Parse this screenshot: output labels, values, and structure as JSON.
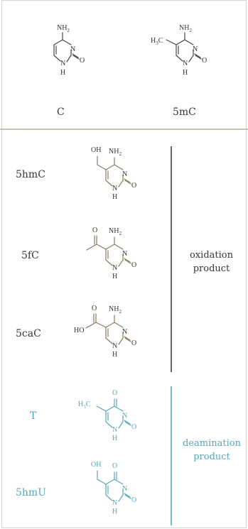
{
  "top": {
    "cytosine": {
      "label": "C",
      "atoms": {
        "nh2": "NH",
        "nh2_sub": "2",
        "n": "N",
        "nh": "N",
        "h": "H",
        "o": "O"
      }
    },
    "methylcytosine": {
      "label": "5mC",
      "atoms": {
        "h3c": "H",
        "h3c_sub": "3",
        "h3c_c": "C",
        "nh2": "NH",
        "nh2_sub": "2",
        "n": "N",
        "nh": "N",
        "h": "H",
        "o": "O"
      }
    }
  },
  "oxidation": {
    "caption_line1": "oxidation",
    "caption_line2": "product",
    "items": [
      {
        "label": "5hmC",
        "sub": {
          "oh": "OH"
        },
        "atoms": {
          "nh2": "NH",
          "nh2_sub": "2",
          "n": "N",
          "nh": "N",
          "h": "H",
          "o": "O"
        }
      },
      {
        "label": "5fC",
        "sub": {
          "o": "O"
        },
        "atoms": {
          "nh2": "NH",
          "nh2_sub": "2",
          "n": "N",
          "nh": "N",
          "h": "H",
          "o": "O"
        }
      },
      {
        "label": "5caC",
        "sub": {
          "o": "O",
          "ho": "HO"
        },
        "atoms": {
          "nh2": "NH",
          "nh2_sub": "2",
          "n": "N",
          "nh": "N",
          "h": "H",
          "o": "O"
        }
      }
    ]
  },
  "deamination": {
    "caption_line1": "deamination",
    "caption_line2": "product",
    "items": [
      {
        "label": "T",
        "sub": {
          "h3c": "H",
          "h3c_sub": "3",
          "h3c_c": "C"
        },
        "atoms": {
          "o4": "O",
          "n": "N",
          "nh": "N",
          "h": "H",
          "o": "O"
        }
      },
      {
        "label": "5hmU",
        "sub": {
          "oh": "OH"
        },
        "atoms": {
          "o4": "O",
          "n": "N",
          "nh": "N",
          "h": "H",
          "o": "O"
        }
      }
    ]
  },
  "colors": {
    "dark": "#3a3530",
    "bond_dark": "#4a4540",
    "bond_ox": "#8a7a66",
    "teal": "#5aa6b8",
    "bar_ox": "#6b6560",
    "bar_deam": "#7ab8c8"
  }
}
